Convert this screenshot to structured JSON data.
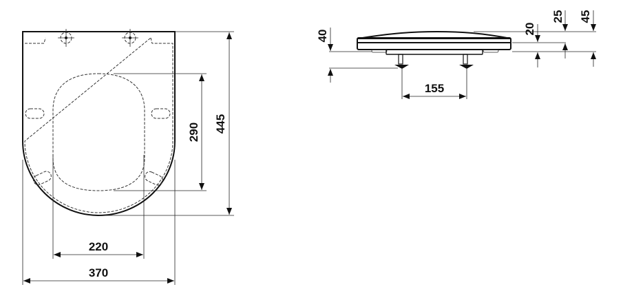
{
  "top_view": {
    "dimensions": {
      "overall_length": "445",
      "opening_length": "290",
      "hinge_inner_width": "220",
      "overall_width": "370"
    }
  },
  "side_view": {
    "dimensions": {
      "hinge_height": "40",
      "hinge_spacing": "155",
      "lid_thickness": "20",
      "seat_thickness": "25",
      "total_height": "45"
    }
  }
}
